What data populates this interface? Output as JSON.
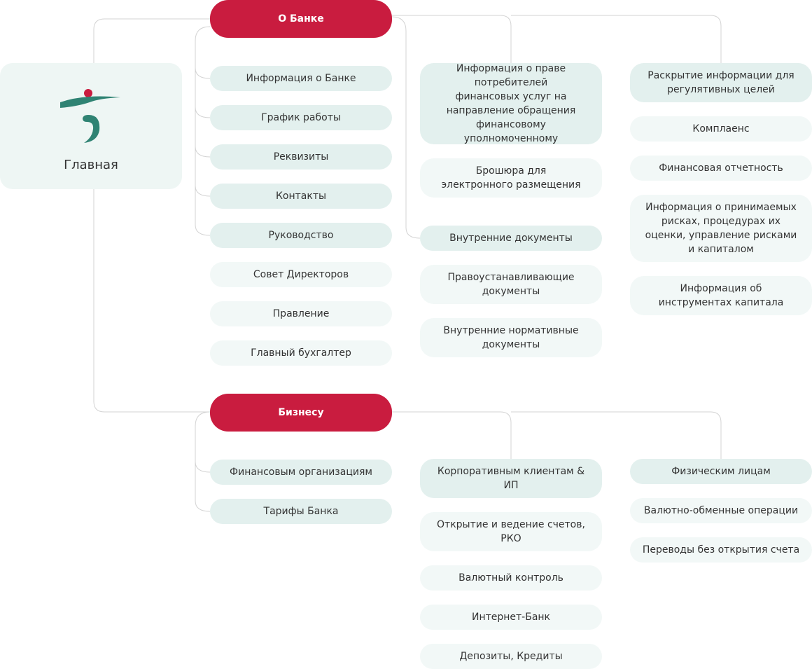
{
  "home": {
    "label": "Главная",
    "logo_icon": "hana-logo-icon"
  },
  "about": {
    "label": "О Банке",
    "col1": [
      "Информация о Банке",
      "График работы",
      "Реквизиты",
      "Контакты",
      "Руководство",
      "Совет Директоров",
      "Правление",
      "Главный бухгалтер"
    ],
    "col2": [
      "Информация о праве потребителей финансовых услуг на направление обращения финансовому уполномоченному",
      "Брошюра для электронного размещения",
      "Внутренние документы",
      "Правоустанавливающие документы",
      "Внутренние нормативные документы"
    ],
    "col3": [
      "Раскрытие информации для регулятивных целей",
      "Комплаенс",
      "Финансовая отчетность",
      "Информация о принимаемых рисках, процедурах их оценки, управление рисками и капиталом",
      "Информация об инструментах капитала"
    ]
  },
  "business": {
    "label": "Бизнесу",
    "col1": [
      "Финансовым организациям",
      "Тарифы Банка"
    ],
    "col2": [
      "Корпоративным клиентам & ИП",
      "Открытие и ведение счетов, РКО",
      "Валютный контроль",
      "Интернет-Банк",
      "Депозиты, Кредиты"
    ],
    "col3": [
      "Физическим лицам",
      "Валютно-обменные операции",
      "Переводы без открытия счета"
    ]
  },
  "colors": {
    "accent": "#c91c3f",
    "brand_green": "#2f8373",
    "node_light": "#e3f0ee",
    "node_dim": "#f2f8f7",
    "connector": "#d3d3d3"
  }
}
